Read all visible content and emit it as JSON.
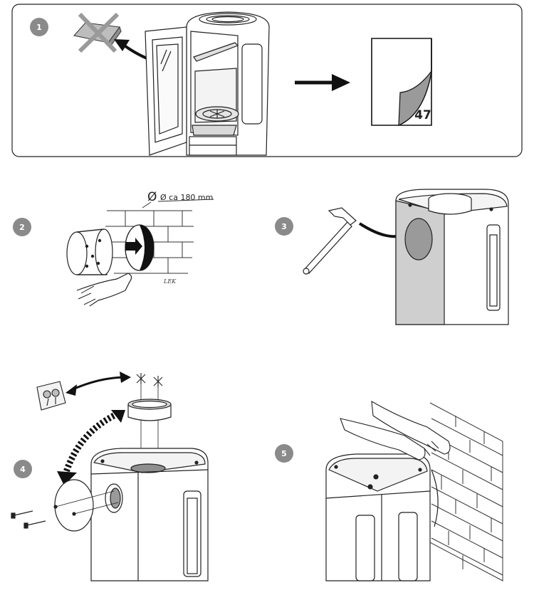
{
  "steps": [
    {
      "number": "1"
    },
    {
      "number": "2"
    },
    {
      "number": "3"
    },
    {
      "number": "4"
    },
    {
      "number": "5"
    }
  ],
  "step1": {
    "page_ref": "47"
  },
  "step2": {
    "diameter_label": "Ø ca 180 mm",
    "signature": "LEK"
  },
  "colors": {
    "badge": "#8a8a8a",
    "line": "#222222",
    "shade": "#9a9a9a",
    "light_shade": "#d6d6d6"
  }
}
